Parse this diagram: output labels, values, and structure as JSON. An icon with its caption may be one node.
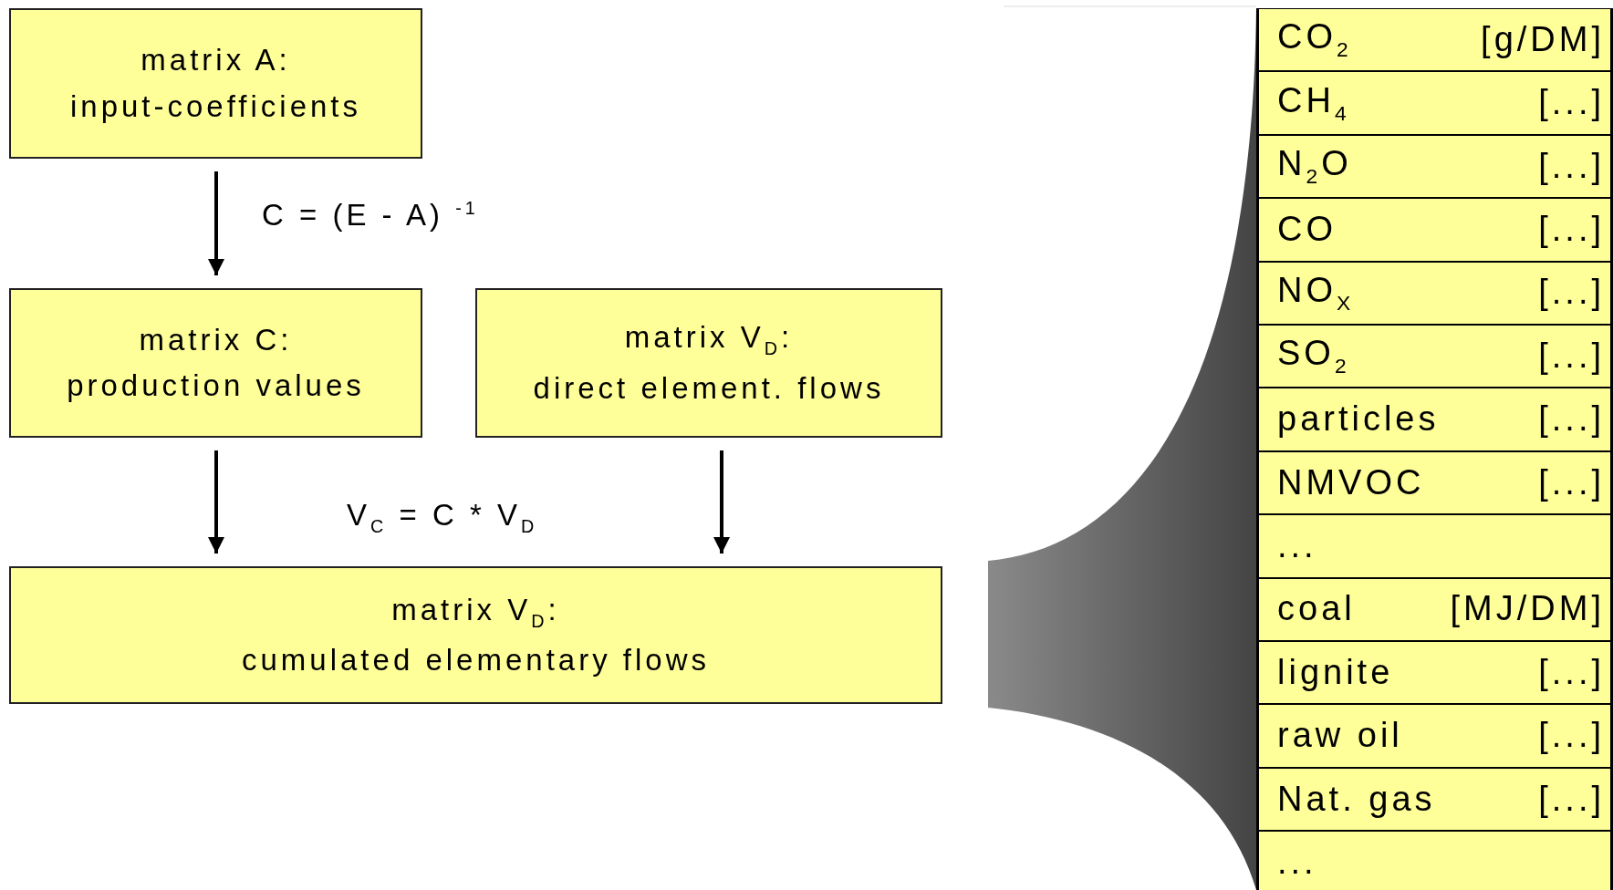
{
  "diagram": {
    "nodes": [
      {
        "text": [
          "matrix A:",
          "input-coefficients"
        ]
      },
      {
        "text": [
          "matrix C:",
          "production values"
        ]
      },
      {
        "text": [
          "matrix V$_{D}$:",
          "direct element. flows"
        ]
      },
      {
        "text": [
          "matrix V$_{D}$:",
          "cumulated elementary flows"
        ]
      },
      {
        "text": [
          "CO$_{2}$",
          "[g/DM]"
        ]
      },
      {
        "text": [
          "CH$_{4}$",
          "[...]"
        ]
      },
      {
        "text": [
          "N$_{2}$O",
          "[...]"
        ]
      },
      {
        "text": [
          "CO",
          "[...]"
        ]
      },
      {
        "text": [
          "NO$_{X}$",
          "[...]"
        ]
      },
      {
        "text": [
          "SO$_{2}$",
          "[...]"
        ]
      },
      {
        "text": [
          "particles",
          "[...]"
        ]
      },
      {
        "text": [
          "NMVOC",
          "[...]"
        ]
      },
      {
        "text": [
          "..."
        ]
      },
      {
        "text": [
          "coal",
          "[MJ/DM]"
        ]
      },
      {
        "text": [
          "lignite",
          "[...]"
        ]
      },
      {
        "text": [
          "raw oil",
          "[...]"
        ]
      },
      {
        "text": [
          "Nat. gas",
          "[...]"
        ]
      },
      {
        "text": [
          "..."
        ]
      }
    ],
    "edges": [
      {
        "from": 0,
        "to": 1,
        "arrow": "to",
        "label": "C = (E - A) $^{-1}$"
      },
      {
        "from": 1,
        "to": 3,
        "arrow": "to"
      },
      {
        "from": 2,
        "to": 3,
        "arrow": "to"
      }
    ],
    "labels": [
      "V$_{C}$ = C * V$_{D}$"
    ]
  }
}
